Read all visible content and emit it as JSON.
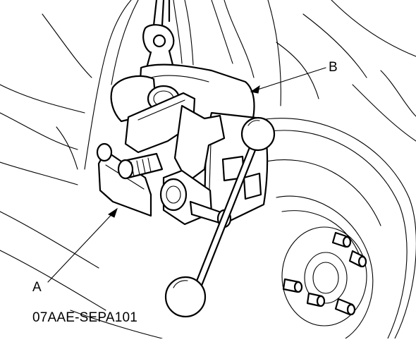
{
  "figure": {
    "callouts": {
      "b": "B",
      "a": "A",
      "a_part_number": "07AAE-SEPA101"
    },
    "colors": {
      "ink": "#000000",
      "paper": "#ffffff"
    }
  }
}
